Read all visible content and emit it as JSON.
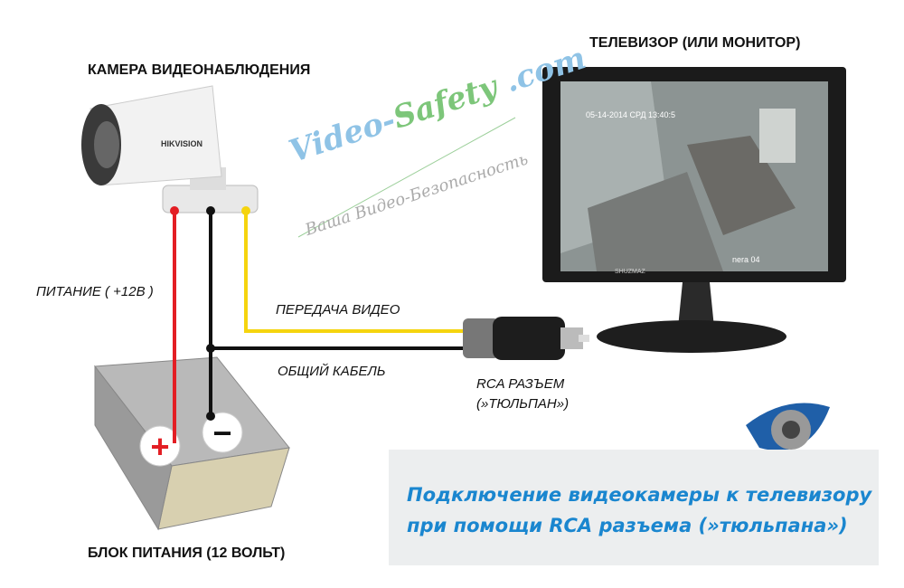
{
  "labels": {
    "camera": "КАМЕРА ВИДЕОНАБЛЮДЕНИЯ",
    "monitor": "ТЕЛЕВИЗОР (ИЛИ МОНИТОР)",
    "power_line": "ПИТАНИЕ ( +12В )",
    "video_line": "ПЕРЕДАЧА ВИДЕО",
    "ground_line": "ОБЩИЙ КАБЕЛЬ",
    "rca_line1": "RCA РАЗЪЕМ",
    "rca_line2": "(»ТЮЛЬПАН»)",
    "psu": "БЛОК ПИТАНИЯ (12 ВОЛЬТ)"
  },
  "watermark": {
    "part1": "Video-",
    "part2": "Safety",
    "part3": " .com",
    "tagline": "Ваша Видео-Безопасность"
  },
  "camera_brand": "HIKVISION",
  "monitor_brand": "SHUZMAZ",
  "screen_osd": {
    "date": "05-14-2014 СРД 13:40:5",
    "cam": "nera 04"
  },
  "psu_terminals": {
    "plus": "+",
    "minus": "−"
  },
  "caption": {
    "line1": "Подключение видеокамеры к телевизору",
    "line2": "при помощи RCA разъема (»тюльпана»)"
  },
  "colors": {
    "power_wire": "#e31e24",
    "ground_wire": "#111111",
    "video_wire": "#f5d40f",
    "caption_text": "#1a86cf",
    "watermark_blue": "#8fc3e6",
    "watermark_green": "#7dc67a"
  }
}
